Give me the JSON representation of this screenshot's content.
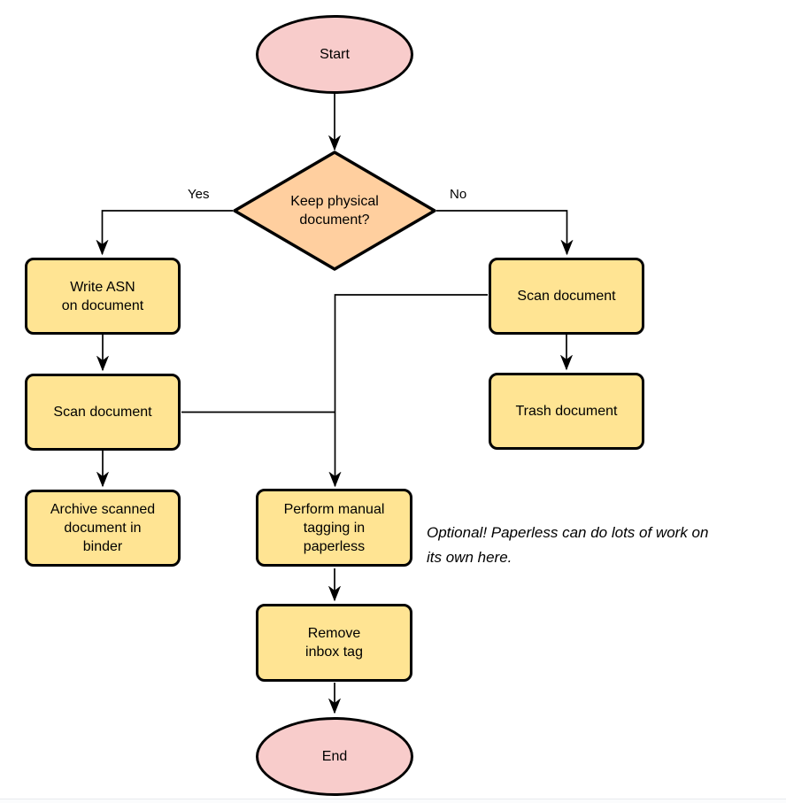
{
  "nodes": {
    "start": {
      "label": "Start"
    },
    "decision": {
      "label": "Keep physical\ndocument?"
    },
    "write_asn": {
      "label": "Write ASN\non document"
    },
    "scan_left": {
      "label": "Scan document"
    },
    "archive": {
      "label": "Archive scanned\ndocument in\nbinder"
    },
    "scan_right": {
      "label": "Scan document"
    },
    "trash": {
      "label": "Trash document"
    },
    "tagging": {
      "label": "Perform manual\ntagging in\npaperless"
    },
    "remove_inbox": {
      "label": "Remove\ninbox tag"
    },
    "end": {
      "label": "End"
    }
  },
  "edge_labels": {
    "yes": "Yes",
    "no": "No"
  },
  "annotation": {
    "text": "Optional! Paperless can do lots of work on\nits own here."
  },
  "colors": {
    "terminal_fill": "#f8cccb",
    "decision_fill": "#ffcf9f",
    "process_fill": "#ffe493",
    "stroke": "#000000"
  }
}
